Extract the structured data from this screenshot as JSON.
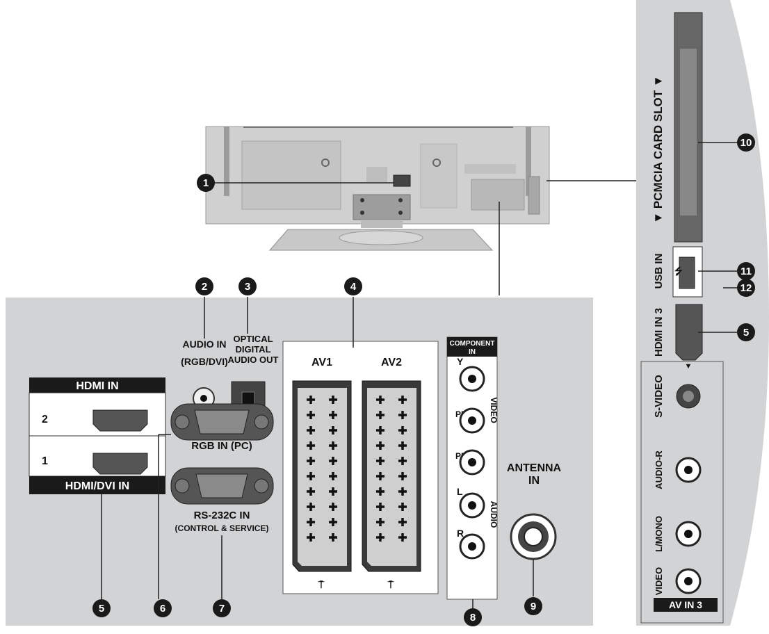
{
  "panel": {
    "hdmi_in_header": "HDMI IN",
    "hdmi_port_2": "2",
    "hdmi_port_1": "1",
    "hdmi_dvi_footer": "HDMI/DVI IN",
    "audio_in_line1": "AUDIO IN",
    "audio_in_line2": "(RGB/DVI)",
    "optical_line1": "OPTICAL",
    "optical_line2": "DIGITAL",
    "optical_line3": "AUDIO OUT",
    "av1": "AV1",
    "av2": "AV2",
    "rgb_in": "RGB IN (PC)",
    "rs232_line1": "RS-232C IN",
    "rs232_line2": "(CONTROL & SERVICE)",
    "component_line1": "COMPONENT",
    "component_line2": "IN",
    "comp_y": "Y",
    "comp_pb": "PB",
    "comp_pr": "PR",
    "comp_l": "L",
    "comp_r": "R",
    "video_side": "VIDEO",
    "audio_side": "AUDIO",
    "antenna_line1": "ANTENNA",
    "antenna_line2": "IN"
  },
  "side": {
    "pcmcia": "▼ PCMCIA CARD SLOT ▼",
    "usb_in": "USB IN",
    "hdmi_in_3": "HDMI IN 3",
    "s_video": "S-VIDEO",
    "audio_r": "AUDIO-R",
    "l_mono": "L/MONO",
    "video": "VIDEO",
    "av_in_3": "AV IN 3"
  },
  "callouts": [
    "1",
    "2",
    "3",
    "4",
    "5",
    "6",
    "7",
    "8",
    "9",
    "10",
    "11",
    "5",
    "12"
  ]
}
